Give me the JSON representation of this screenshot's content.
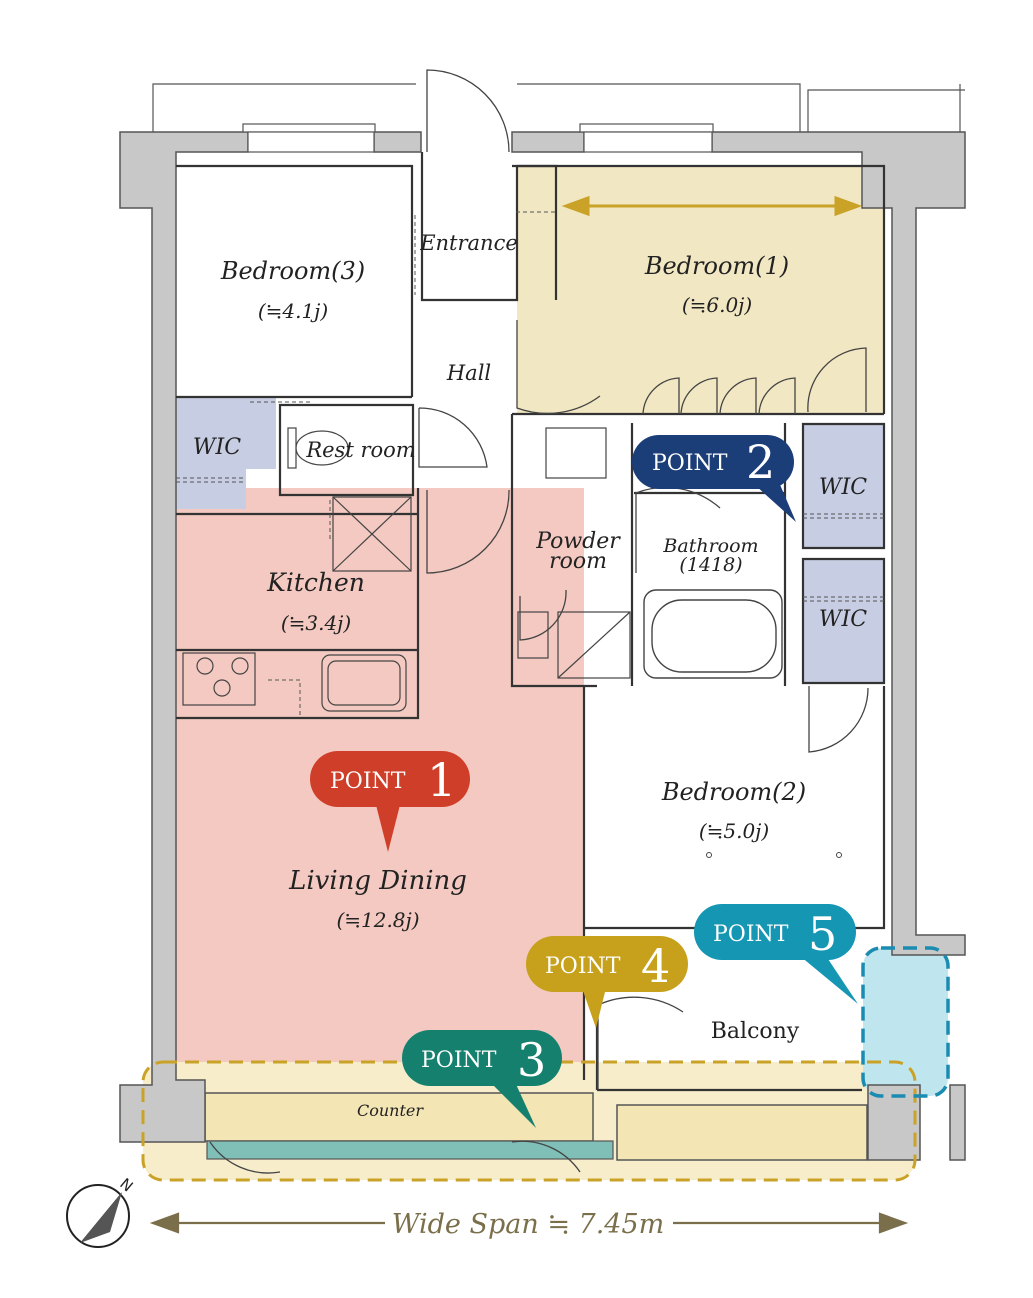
{
  "rooms": {
    "entrance": "Entrance",
    "hall": "Hall",
    "bedroom1": {
      "name": "Bedroom(1)",
      "size": "(≒6.0j)"
    },
    "bedroom2": {
      "name": "Bedroom(2)",
      "size": "(≒5.0j)"
    },
    "bedroom3": {
      "name": "Bedroom(3)",
      "size": "(≒4.1j)"
    },
    "wic": "WIC",
    "restroom": "Rest room",
    "kitchen": {
      "name": "Kitchen",
      "size": "(≒3.4j)"
    },
    "powder_room": {
      "line1": "Powder",
      "line2": "room"
    },
    "bathroom": {
      "name": "Bathroom",
      "size": "(1418)"
    },
    "living_dining": {
      "name": "Living Dining",
      "size": "(≒12.8j)"
    },
    "balcony": "Balcony",
    "counter": "Counter"
  },
  "points": [
    {
      "label": "POINT",
      "num": "1",
      "color": "#cf3e28"
    },
    {
      "label": "POINT",
      "num": "2",
      "color": "#1b3d78"
    },
    {
      "label": "POINT",
      "num": "3",
      "color": "#16806e"
    },
    {
      "label": "POINT",
      "num": "4",
      "color": "#c7a01c"
    },
    {
      "label": "POINT",
      "num": "5",
      "color": "#1596b3"
    }
  ],
  "span_label": "Wide Span ≒ 7.45m",
  "compass": "N",
  "colors": {
    "bedroom1": "#f2e7c3",
    "living": "#f3c9c1",
    "wic": "#c7cde3",
    "balcony_highlight": "#f7edcb",
    "sash": "#7fbfb8",
    "point5_area": "#bfe5ee",
    "wall": "#c8c8c8",
    "span_arrow": "#7a6f4a"
  }
}
